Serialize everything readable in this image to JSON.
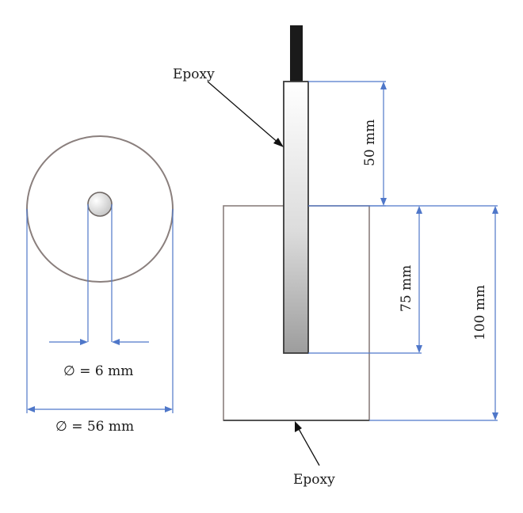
{
  "colors": {
    "dimension": "#4f77c9",
    "outline": "#8a7f7d",
    "cable": "#1a1a1a",
    "text": "#1a1a1a"
  },
  "labels": {
    "epoxy_top": "Epoxy",
    "epoxy_bottom": "Epoxy",
    "inner_diameter": "∅ = 6 mm",
    "outer_diameter": "∅ = 56 mm",
    "probe_length_above": "50 mm",
    "probe_embedded_depth": "75 mm",
    "block_height": "100 mm"
  }
}
